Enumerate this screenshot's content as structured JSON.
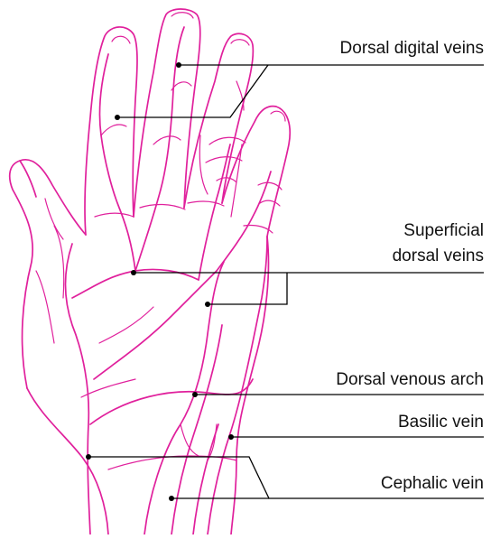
{
  "labels": {
    "dorsal_digital": "Dorsal digital veins",
    "superficial_line1": "Superficial",
    "superficial_line2": "dorsal veins",
    "dorsal_arch": "Dorsal venous arch",
    "basilic": "Basilic vein",
    "cephalic": "Cephalic vein"
  },
  "colors": {
    "vein": "#e0209c",
    "leader": "#000000",
    "text": "#111111",
    "background": "#ffffff"
  }
}
